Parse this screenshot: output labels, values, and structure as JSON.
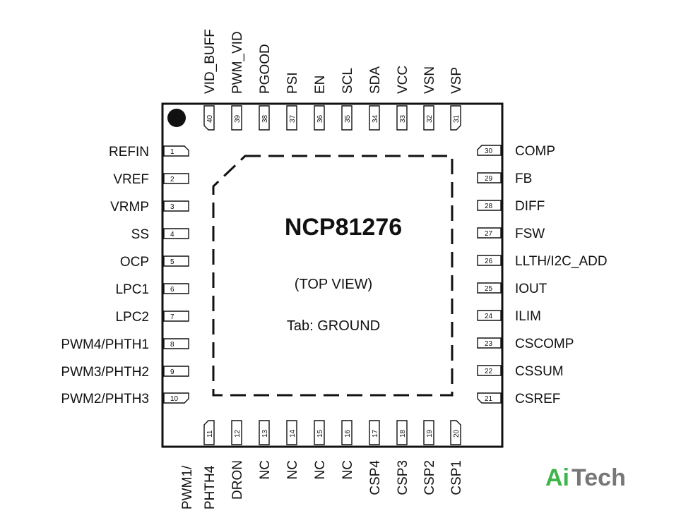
{
  "chip": {
    "name": "NCP81276",
    "view": "(TOP VIEW)",
    "tab": "Tab: GROUND"
  },
  "pins": {
    "left": [
      {
        "num": "1",
        "label": "REFIN"
      },
      {
        "num": "2",
        "label": "VREF"
      },
      {
        "num": "3",
        "label": "VRMP"
      },
      {
        "num": "4",
        "label": "SS"
      },
      {
        "num": "5",
        "label": "OCP"
      },
      {
        "num": "6",
        "label": "LPC1"
      },
      {
        "num": "7",
        "label": "LPC2"
      },
      {
        "num": "8",
        "label": "PWM4/PHTH1"
      },
      {
        "num": "9",
        "label": "PWM3/PHTH2"
      },
      {
        "num": "10",
        "label": "PWM2/PHTH3"
      }
    ],
    "bottom": [
      {
        "num": "11",
        "label": "PWM1/",
        "label2": "PHTH4"
      },
      {
        "num": "12",
        "label": "DRON"
      },
      {
        "num": "13",
        "label": "NC"
      },
      {
        "num": "14",
        "label": "NC"
      },
      {
        "num": "15",
        "label": "NC"
      },
      {
        "num": "16",
        "label": "NC"
      },
      {
        "num": "17",
        "label": "CSP4"
      },
      {
        "num": "18",
        "label": "CSP3"
      },
      {
        "num": "19",
        "label": "CSP2"
      },
      {
        "num": "20",
        "label": "CSP1"
      }
    ],
    "right": [
      {
        "num": "21",
        "label": "CSREF"
      },
      {
        "num": "22",
        "label": "CSSUM"
      },
      {
        "num": "23",
        "label": "CSCOMP"
      },
      {
        "num": "24",
        "label": "ILIM"
      },
      {
        "num": "25",
        "label": "IOUT"
      },
      {
        "num": "26",
        "label": "LLTH/I2C_ADD"
      },
      {
        "num": "27",
        "label": "FSW"
      },
      {
        "num": "28",
        "label": "DIFF"
      },
      {
        "num": "29",
        "label": "FB"
      },
      {
        "num": "30",
        "label": "COMP"
      }
    ],
    "top": [
      {
        "num": "31",
        "label": "VSP"
      },
      {
        "num": "32",
        "label": "VSN"
      },
      {
        "num": "33",
        "label": "VCC"
      },
      {
        "num": "34",
        "label": "SDA"
      },
      {
        "num": "35",
        "label": "SCL"
      },
      {
        "num": "36",
        "label": "EN"
      },
      {
        "num": "37",
        "label": "PSI"
      },
      {
        "num": "38",
        "label": "PGOOD"
      },
      {
        "num": "39",
        "label": "PWM_VID"
      },
      {
        "num": "40",
        "label": "VID_BUFF"
      }
    ]
  },
  "logo": {
    "part1": "Ai",
    "part2": "Tech",
    "color1": "#3db54a",
    "color2": "#777777"
  }
}
